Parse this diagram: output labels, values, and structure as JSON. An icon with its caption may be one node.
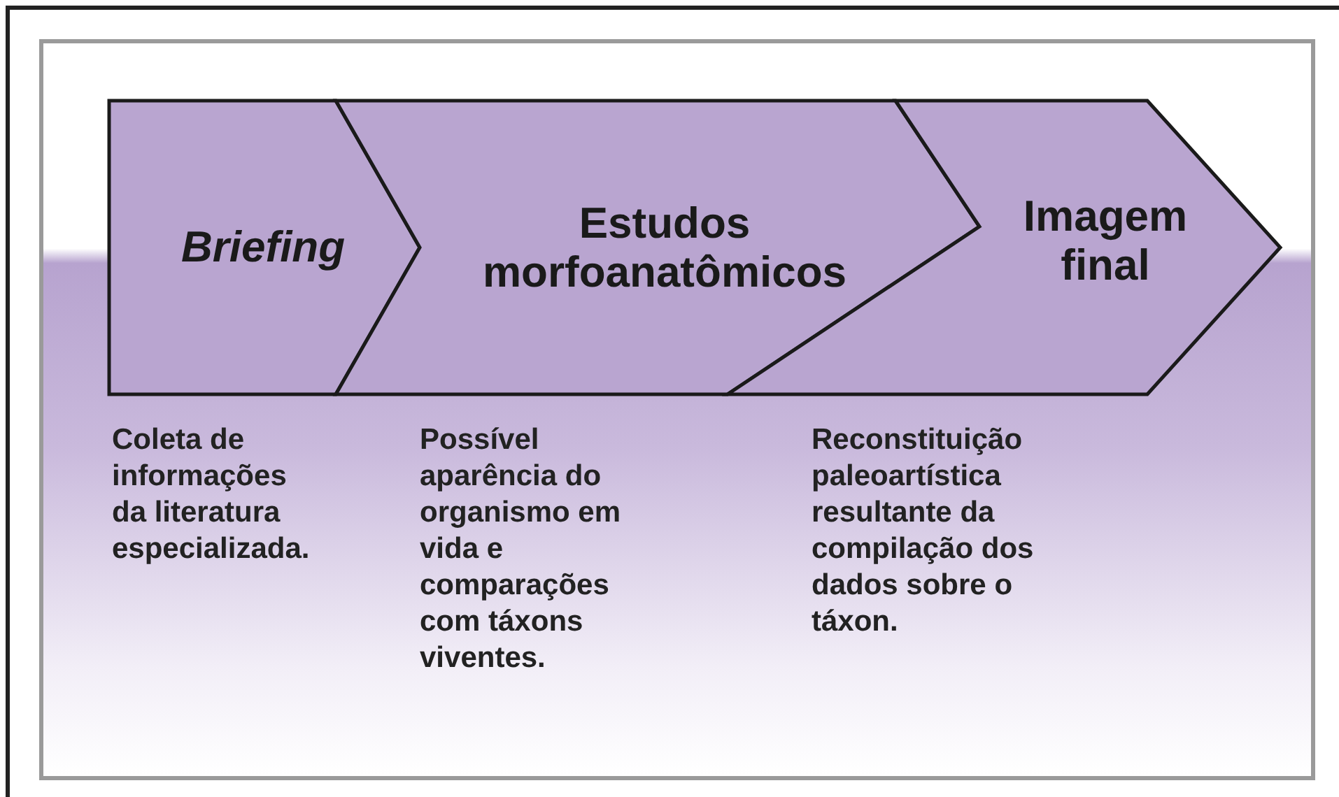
{
  "diagram": {
    "nodes": [
      {
        "text": [
          "Briefing"
        ],
        "beside": [
          "Coleta de informações da literatura especializada."
        ]
      },
      {
        "text": [
          "Estudos morfoanatômicos"
        ],
        "beside": [
          "Possível aparência do organismo em vida e comparações com táxons viventes."
        ]
      },
      {
        "text": [
          "Imagem final"
        ],
        "beside": [
          "Reconstituição paleoartística resultante da compilação dos dados sobre o táxon."
        ]
      }
    ]
  }
}
